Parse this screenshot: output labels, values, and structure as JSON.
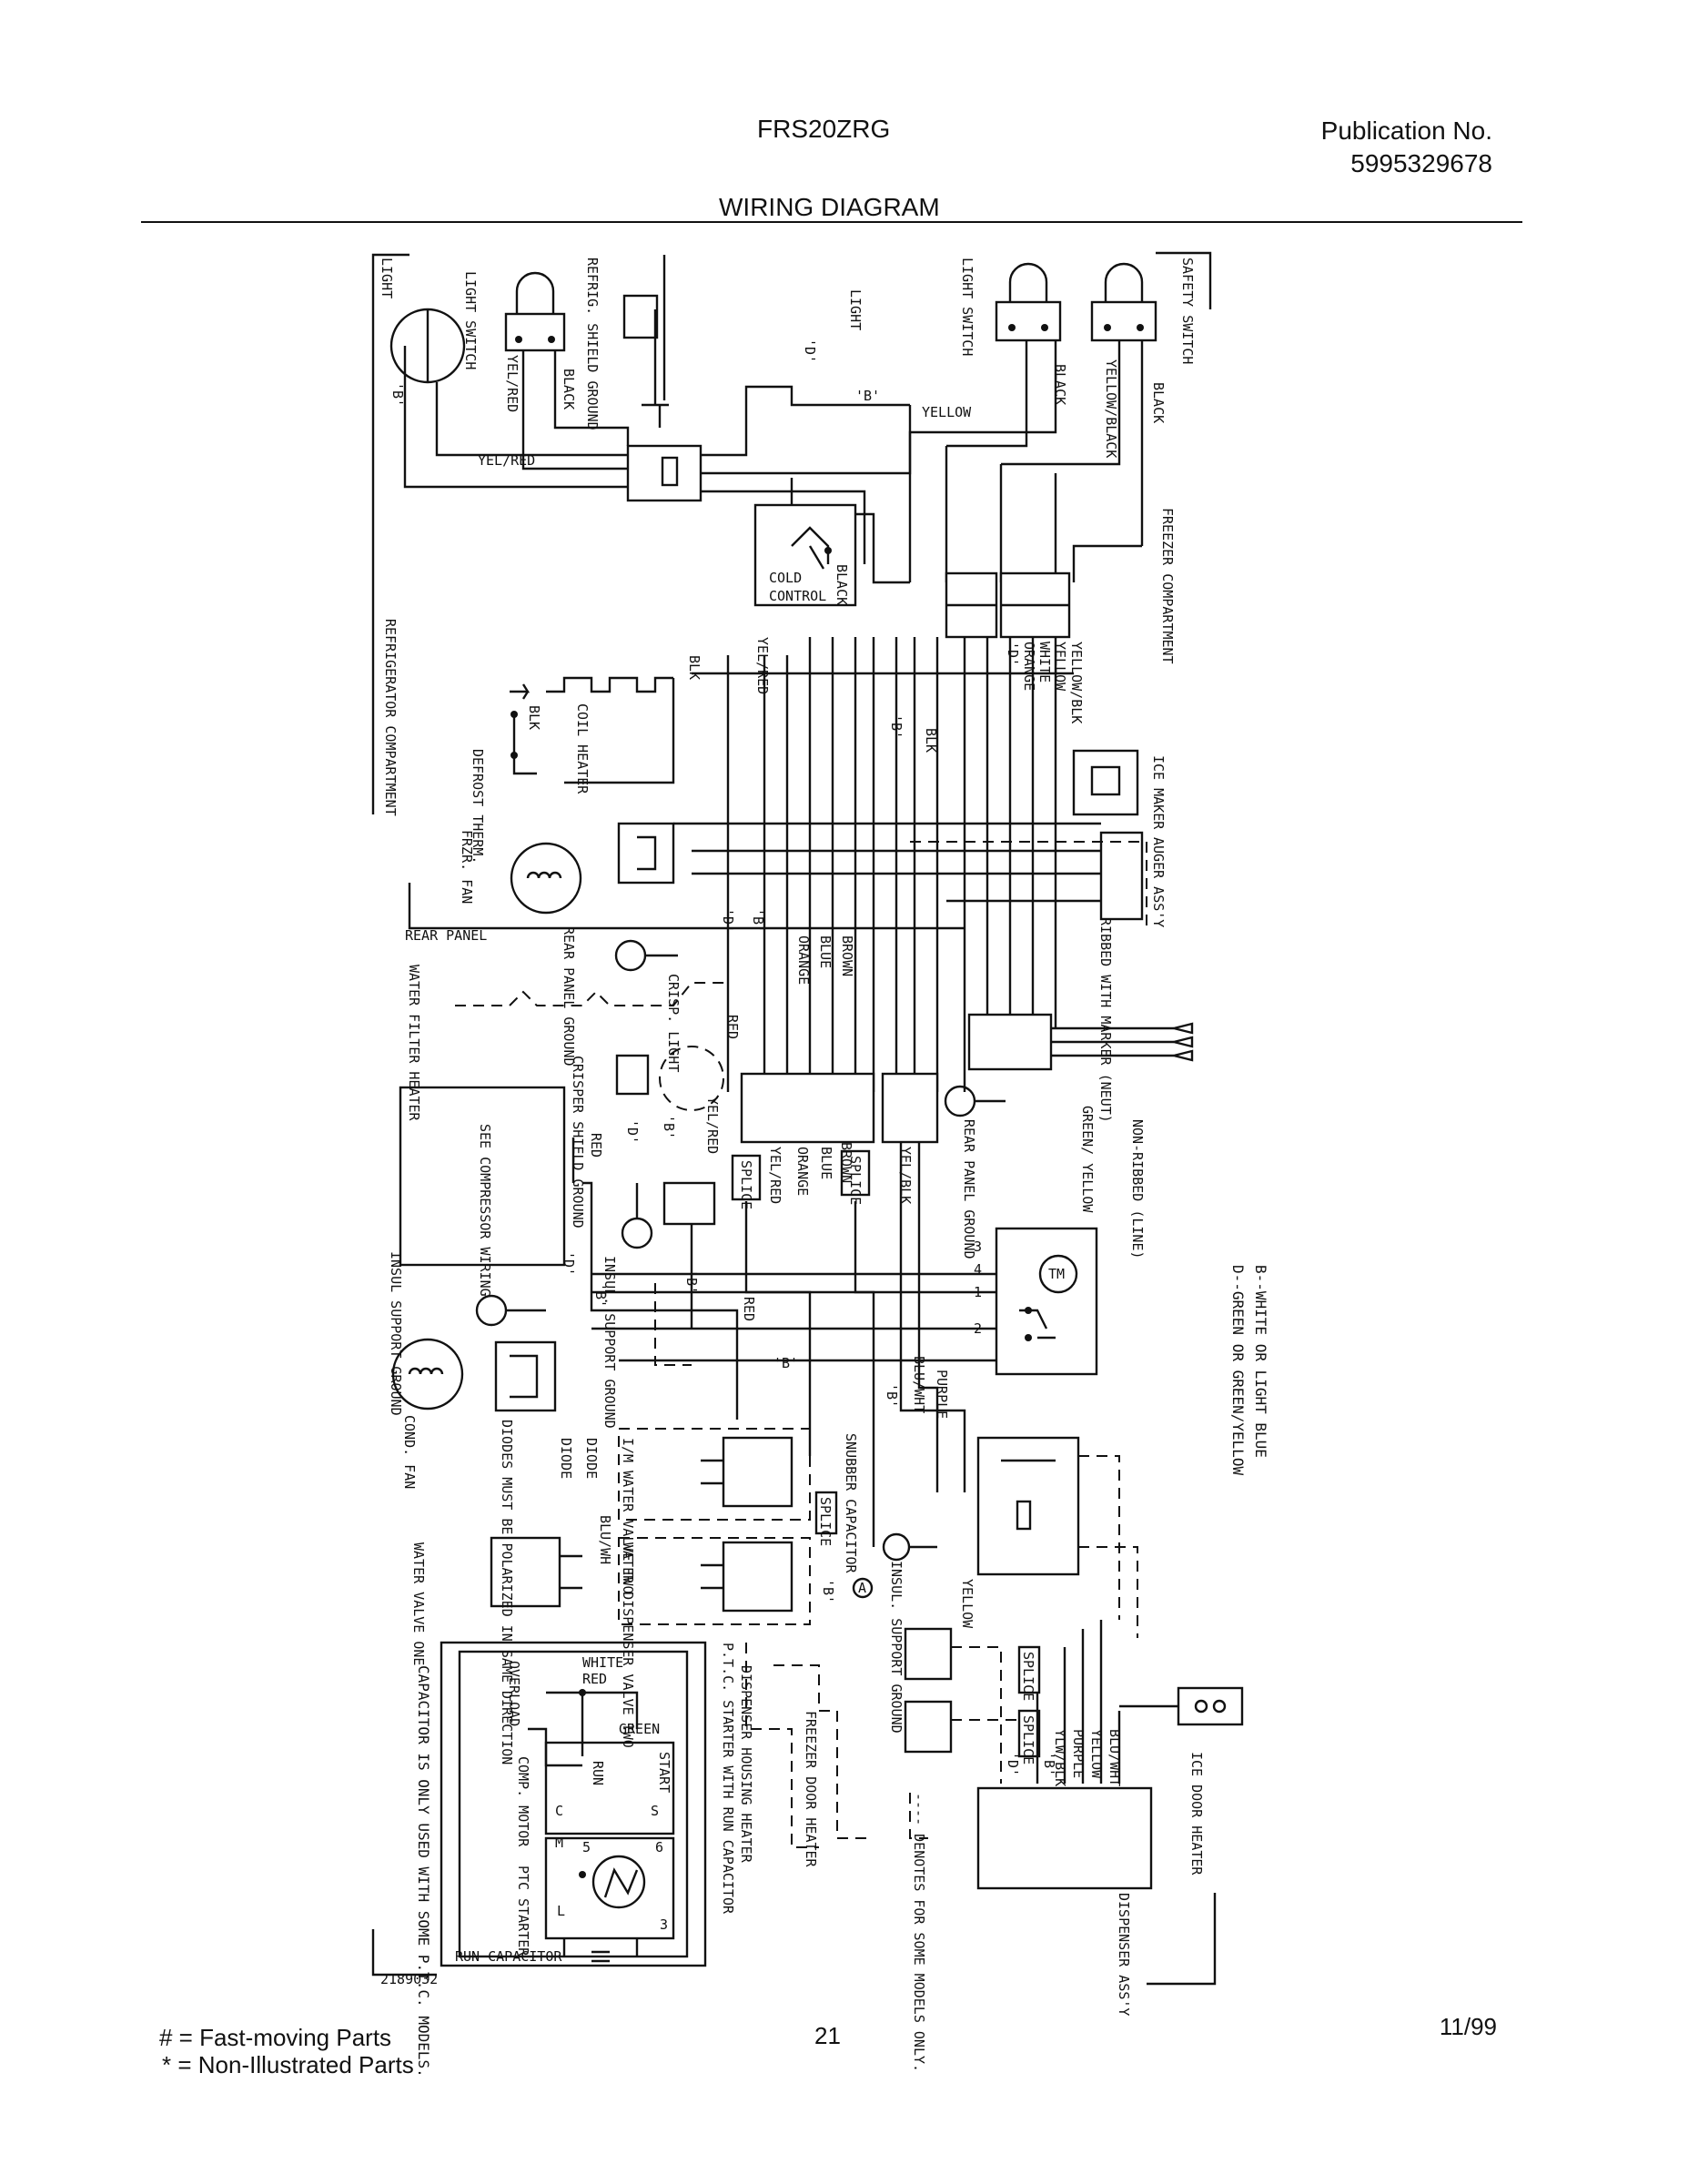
{
  "header": {
    "model": "FRS20ZRG",
    "publication_label": "Publication No.",
    "publication_number": "5995329678",
    "title": "WIRING DIAGRAM"
  },
  "labels": {
    "light_left": "LIGHT",
    "b_left": "'B'",
    "light_switch_left": "LIGHT SWITCH",
    "yel_red_1": "YEL/RED",
    "black_1": "BLACK",
    "refrig_shield_ground": "REFRIG. SHIELD GROUND",
    "yel_red_2": "YEL/RED",
    "light_center": "LIGHT",
    "d_center": "'D'",
    "b_center": "'B'",
    "yellow_top": "YELLOW",
    "light_switch_right": "LIGHT SWITCH",
    "black_2": "BLACK",
    "safety_switch": "SAFETY SWITCH",
    "yellow_black": "YELLOW/BLACK",
    "black_3": "BLACK",
    "freezer_compartment": "FREEZER COMPARTMENT",
    "cold": "COLD",
    "control": "CONTROL",
    "black_4": "BLACK",
    "refrigerator_compartment": "REFRIGERATOR COMPARTMENT",
    "blk_1": "BLK",
    "yel_red_3": "YEL/RED",
    "yellow_blk": "YELLOW/BLK",
    "yellow": "YELLOW",
    "white": "WHITE",
    "orange": "ORANGE",
    "d_fc": "'D'",
    "coil_heater": "COIL HEATER",
    "blk_2": "BLK",
    "defrost_therm": "DEFROST THERM.",
    "b_mid": "'B'",
    "blk_3": "BLK",
    "ice_maker": "ICE MAKER",
    "frzr_fan": "FRZR. FAN",
    "auger_assy": "AUGER ASS'Y",
    "rear_panel": "REAR PANEL",
    "rear_panel_ground": "REAR PANEL GROUND",
    "d_rp": "'D'",
    "b_rp": "'B'",
    "orange_2": "ORANGE",
    "blue": "BLUE",
    "brown": "BROWN",
    "ribbed": "RIBBED WITH MARKER (NEUT)",
    "water_filter_heater": "WATER FILTER HEATER",
    "crisp_light": "CRISP. LIGHT",
    "red_1": "RED",
    "crisper_shield_ground": "CRISPER SHIELD GROUND",
    "green_yellow": "GREEN/ YELLOW",
    "rear_panel_ground_2": "REAR PANEL GROUND",
    "non_ribbed": "NON-RIBBED (LINE)",
    "see_compressor_wiring": "SEE COMPRESSOR WIRING",
    "red_2": "RED",
    "d_lower": "'D'",
    "b_lower": "'B'",
    "yel_red_4": "YEL/RED",
    "splice_1": "SPLICE",
    "yel_red_5": "YEL/RED",
    "orange_3": "ORANGE",
    "blue_2": "BLUE",
    "brown_2": "BROWN",
    "splice_2": "SPLICE",
    "yel_blk": "YEL/BLK",
    "tm": "TM",
    "t3": "3",
    "t4": "4",
    "t1": "1",
    "t2": "2",
    "color_key_b": "B--WHITE OR LIGHT BLUE",
    "color_key_d": "D--GREEN OR GREEN/YELLOW",
    "insul_support_ground_1": "INSUL SUPPORT GROUND",
    "insul_support_ground_2": "INSUL. SUPPORT GROUND",
    "d_comp": "'D'",
    "b_comp": "'B'",
    "b_comp2": "'B'",
    "red_3": "RED",
    "b_mid2": "'B'",
    "purple": "PURPLE",
    "blu_wht": "BLU/WHT",
    "b_purple": "'B'",
    "cond_fan": "COND. FAN",
    "diodes_note": "DIODES MUST BE POLARIZED IN SAME DIRECTION",
    "diode_1": "DIODE",
    "diode_2": "DIODE",
    "blu_wh": "BLU/WH",
    "im_water_valve_two": "I/M WATER VALVE TWO",
    "snubber_capacitor": "SNUBBER CAPACITOR",
    "water_valve_one": "WATER VALVE ONE",
    "water_dispenser_valve_two": "WATER DISPENSER VALVE TWO",
    "splice_3": "SPLICE",
    "a_mark": "A",
    "b_valve": "'B'",
    "insul_support_ground_3": "INSUL. SUPPORT GROUND",
    "yellow_3": "YELLOW",
    "capacitor_note": "CAPACITOR IS ONLY USED WITH SOME P.T.C. MODELS.",
    "overload": "OVERLOAD",
    "white_comp": "WHITE",
    "red_comp": "RED",
    "green_comp": "GREEN",
    "comp_motor": "COMP. MOTOR",
    "start": "START",
    "run": "RUN",
    "c": "C",
    "s": "S",
    "m": "M",
    "n5": "5",
    "n6": "6",
    "ptc_starter": "PTC STARTER",
    "l": "L",
    "n3": "3",
    "run_capacitor": "RUN CAPACITOR",
    "part_code": "2189032",
    "ptc_title": "P.T.C. STARTER WITH RUN CAPACITOR",
    "dispenser_housing_heater": "DISPENSER HOUSING HEATER",
    "freezer_door_heater": "FREEZER DOOR HEATER",
    "denotes_note": "---- DENOTES FOR SOME MODELS ONLY.",
    "splice_4": "SPLICE",
    "splice_5": "SPLICE",
    "d_disp": "'D'",
    "b_disp": "'B'",
    "yel_blk_2": "YLW/BLK",
    "purple_2": "PURPLE",
    "yellow_4": "YELLOW",
    "blu_wht_2": "BLU/WHT",
    "ice_door_heater": "ICE DOOR HEATER",
    "dispenser_assy": "DISPENSER ASS'Y"
  },
  "footer": {
    "legend_fast": "# = Fast-moving Parts",
    "legend_non": "* = Non-Illustrated Parts",
    "page_number": "21",
    "date": "11/99"
  }
}
